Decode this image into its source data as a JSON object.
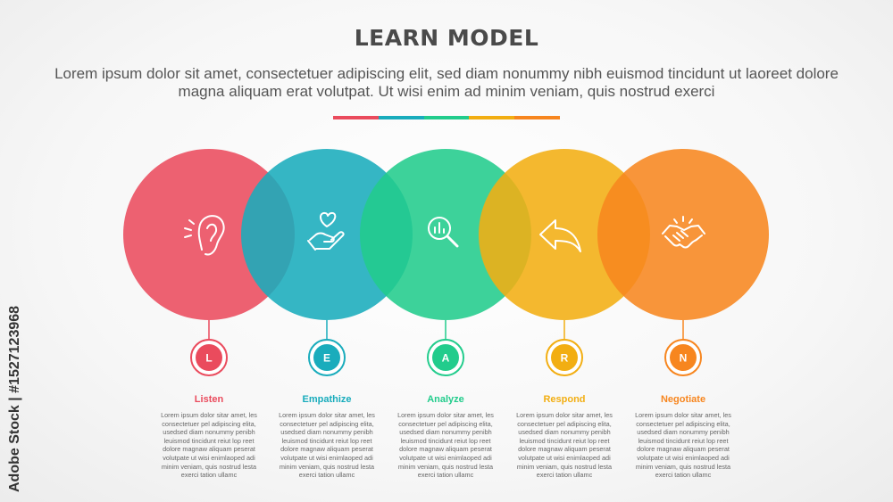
{
  "title": "LEARN MODEL",
  "subtitle": "Lorem ipsum dolor sit amet, consectetuer adipiscing elit, sed diam nonummy nibh euismod tincidunt ut laoreet dolore magna aliquam erat volutpat. Ut wisi enim ad minim veniam, quis nostrud exerci",
  "watermark": "Adobe Stock | #1527123968",
  "steps": [
    {
      "letter": "L",
      "label": "Listen",
      "color": "#ea4b5d",
      "icon": "ear-icon",
      "description": "Lorem ipsum dolor sitar amet, les consectetuer pel adipiscing elita, usedsed diam nonummy penibh leuismod tincidunt reiut lop reet dolore magnaw aliquam peserat volutpate ut wisi enimlaoped adi minim veniam, quis nostrud lesta exerci tation ullamc"
    },
    {
      "letter": "E",
      "label": "Empathize",
      "color": "#19acbc",
      "icon": "heart-hand-icon",
      "description": "Lorem ipsum dolor sitar amet, les consectetuer pel adipiscing elita, usedsed diam nonummy penibh leuismod tincidunt reiut lop reet dolore magnaw aliquam peserat volutpate ut wisi enimlaoped adi minim veniam, quis nostrud lesta exerci tation ullamc"
    },
    {
      "letter": "A",
      "label": "Analyze",
      "color": "#22cc8c",
      "icon": "magnifier-chart-icon",
      "description": "Lorem ipsum dolor sitar amet, les consectetuer pel adipiscing elita, usedsed diam nonummy penibh leuismod tincidunt reiut lop reet dolore magnaw aliquam peserat volutpate ut wisi enimlaoped adi minim veniam, quis nostrud lesta exerci tation ullamc"
    },
    {
      "letter": "R",
      "label": "Respond",
      "color": "#f2ae12",
      "icon": "reply-arrow-icon",
      "description": "Lorem ipsum dolor sitar amet, les consectetuer pel adipiscing elita, usedsed diam nonummy penibh leuismod tincidunt reiut lop reet dolore magnaw aliquam peserat volutpate ut wisi enimlaoped adi minim veniam, quis nostrud lesta exerci tation ullamc"
    },
    {
      "letter": "N",
      "label": "Negotiate",
      "color": "#f7861f",
      "icon": "handshake-icon",
      "description": "Lorem ipsum dolor sitar amet, les consectetuer pel adipiscing elita, usedsed diam nonummy penibh leuismod tincidunt reiut lop reet dolore magnaw aliquam peserat volutpate ut wisi enimlaoped adi minim veniam, quis nostrud lesta exerci tation ullamc"
    }
  ]
}
